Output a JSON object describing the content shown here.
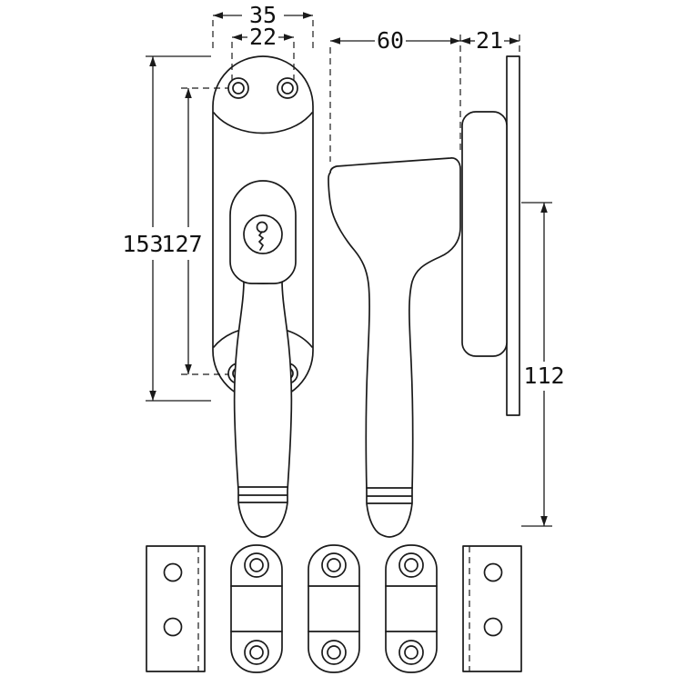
{
  "colors": {
    "line": "#1a1a1a",
    "background": "#ffffff"
  },
  "drawing": {
    "dims": {
      "width_total": "35",
      "width_inner": "22",
      "depth_handle": "60",
      "depth_plate": "21",
      "height_total": "153",
      "height_screws": "127",
      "height_handle": "112"
    }
  }
}
